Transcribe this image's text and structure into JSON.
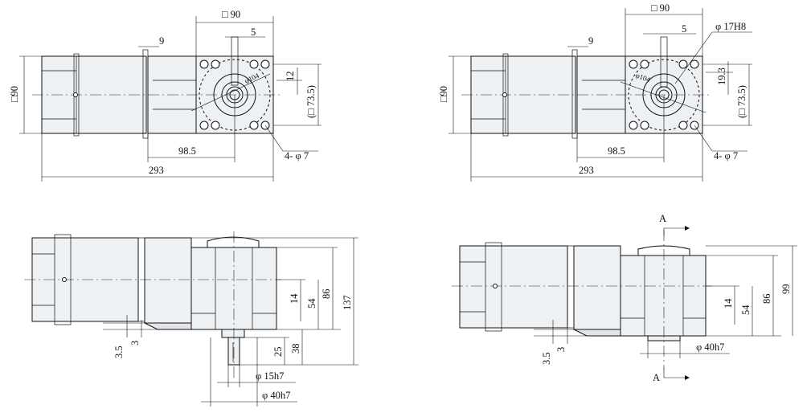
{
  "views": {
    "left_top": {
      "square": "□ 90",
      "width9": "9",
      "key5": "5",
      "height90": "□90",
      "dim12": "12",
      "dim735": "(□ 73.5)",
      "circle": "φ104",
      "len985": "98.5",
      "len293": "293",
      "holes": "4- φ 7"
    },
    "right_top": {
      "square": "□ 90",
      "width9": "9",
      "key5": "5",
      "bore": "φ 17H8",
      "height90": "□90",
      "dim193": "19.3",
      "dim735": "(□ 73.5)",
      "circle": "φ104",
      "len985": "98.5",
      "len293": "293",
      "holes": "4- φ 7"
    },
    "left_bottom": {
      "d14": "14",
      "d54": "54",
      "d86": "86",
      "d137": "137",
      "d35": "3.5",
      "d3": "3",
      "d25": "25",
      "d38": "38",
      "shaft": "φ 15h7",
      "pilot": "φ 40h7"
    },
    "right_bottom": {
      "sectionTop": "A",
      "sectionBottom": "A",
      "d14": "14",
      "d54": "54",
      "d86": "86",
      "d99": "99",
      "d35": "3.5",
      "d3": "3",
      "pilot": "φ 40h7"
    }
  }
}
